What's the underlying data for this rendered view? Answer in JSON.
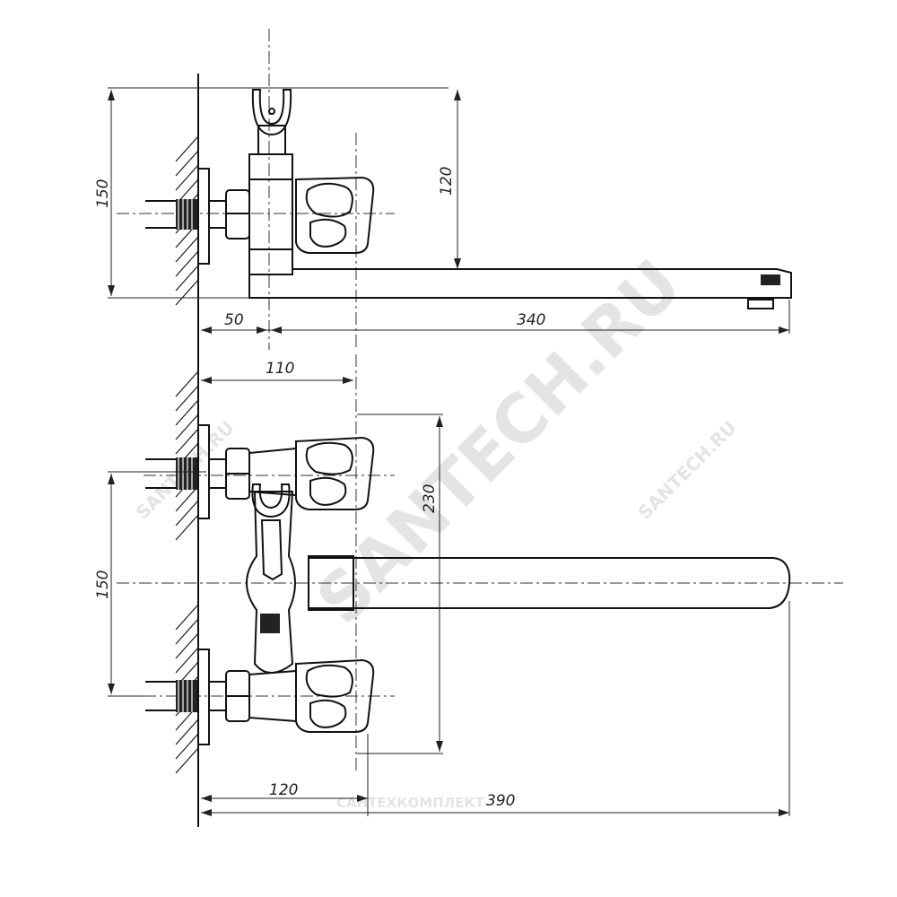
{
  "top_view": {
    "dim_height_total": "150",
    "dim_height_spout": "120",
    "dim_wall_to_center": "50",
    "dim_spout_length": "340"
  },
  "front_view": {
    "dim_handle_offset": "110",
    "dim_height_total": "150",
    "dim_handle_span": "230",
    "dim_wall_to_handle": "120",
    "dim_spout_length": "390"
  },
  "watermarks": {
    "main": "SANTECH.RU",
    "small": "SANTECH.RU",
    "brand": "САНТЕХКОМПЛЕКТ"
  },
  "icons": {
    "handle": "faucet-handle-icon",
    "shower_holder": "shower-holder-icon",
    "wall": "wall-hatch-icon"
  }
}
